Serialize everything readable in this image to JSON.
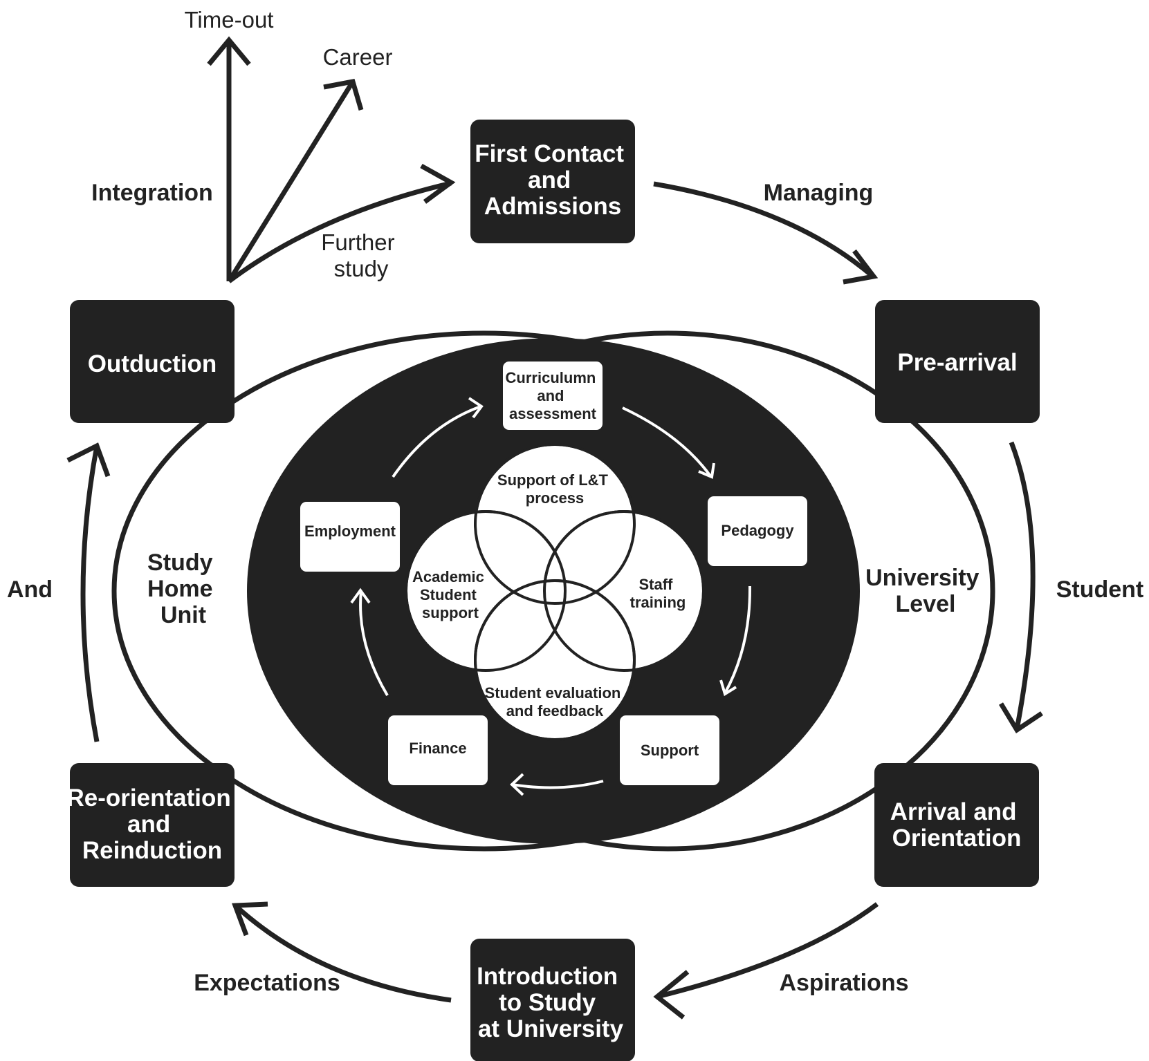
{
  "outer_stages": {
    "first_contact": [
      "First Contact",
      "and",
      "Admissions"
    ],
    "pre_arrival": [
      "Pre-arrival"
    ],
    "arrival": [
      "Arrival and",
      "Orientation"
    ],
    "introduction": [
      "Introduction",
      "to Study",
      "at University"
    ],
    "reorientation": [
      "Re-orientation",
      "and",
      "Reinduction"
    ],
    "outduction": [
      "Outduction"
    ]
  },
  "flow_words": {
    "managing": "Managing",
    "student": "Student",
    "aspirations": "Aspirations",
    "expectations": "Expectations",
    "and": "And",
    "integration": "Integration"
  },
  "exit_branches": {
    "time_out": "Time-out",
    "career": "Career",
    "further_study": [
      "Further",
      "study"
    ]
  },
  "levels": {
    "study_home_unit": [
      "Study",
      "Home",
      "Unit"
    ],
    "university_level": [
      "University",
      "Level"
    ]
  },
  "inner_cycle": {
    "curriculum": [
      "Curriculumn",
      "and",
      "assessment"
    ],
    "pedagogy": [
      "Pedagogy"
    ],
    "support": [
      "Support"
    ],
    "finance": [
      "Finance"
    ],
    "employment": [
      "Employment"
    ]
  },
  "venn": {
    "top": [
      "Support of L&T",
      "process"
    ],
    "left": [
      "Academic",
      "Student",
      "support"
    ],
    "right": [
      "Staff",
      "training"
    ],
    "bottom": [
      "Student evaluation",
      "and feedback"
    ]
  },
  "colors": {
    "ink": "#222222",
    "paper": "#ffffff"
  }
}
